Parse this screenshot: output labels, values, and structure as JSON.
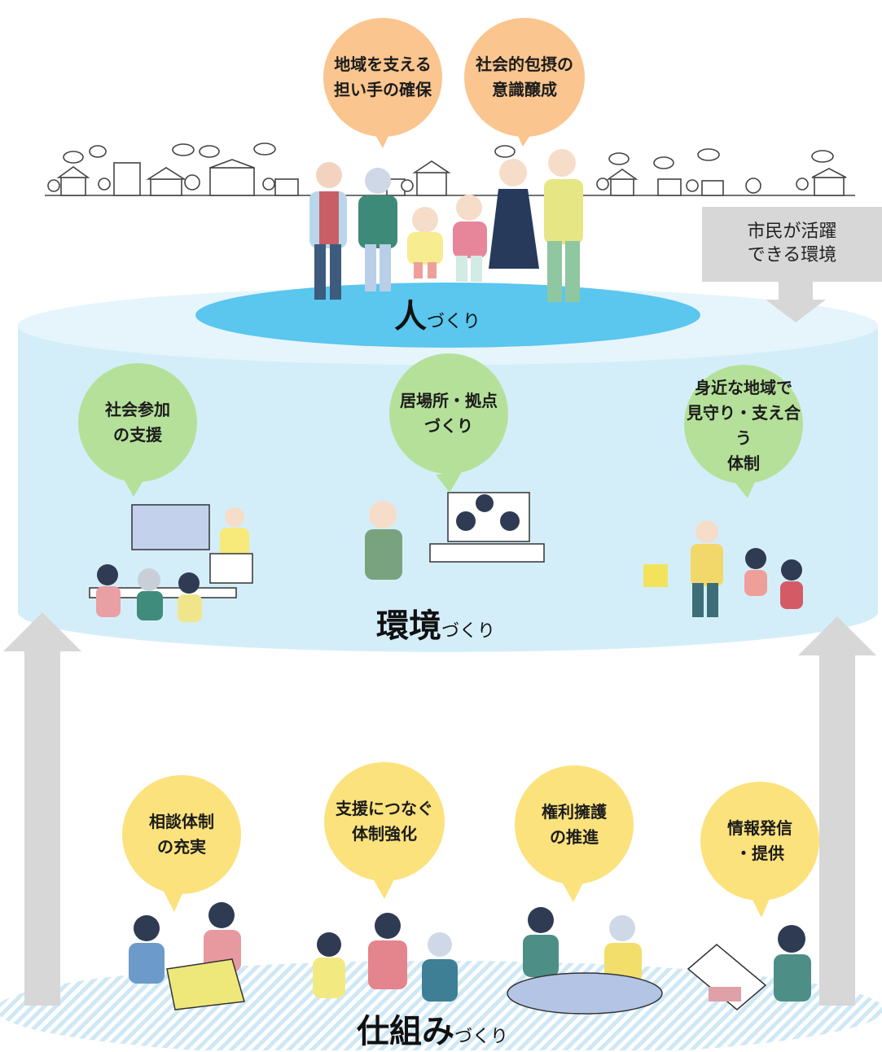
{
  "people": {
    "bubble_1": "地域を支える\n担い手の確保",
    "bubble_2": "社会的包摂の\n意識醸成",
    "label_main": "人",
    "label_suffix": "づくり"
  },
  "callout": "市民が活躍\nできる環境",
  "environment": {
    "bubble_1": "社会参加\nの支援",
    "bubble_2": "居場所・拠点\nづくり",
    "bubble_3": "身近な地域で\n見守り・支え合う\n体制",
    "label_main": "環境",
    "label_suffix": "づくり"
  },
  "system": {
    "bubble_1": "相談体制\nの充実",
    "bubble_2": "支援につなぐ\n体制強化",
    "bubble_3": "権利擁護\nの推進",
    "bubble_4": "情報発信\n・提供",
    "label_main": "仕組み",
    "label_suffix": "づくり"
  },
  "colors": {
    "people_bubbles": "#fac58e",
    "environment_bubbles": "#b5e09a",
    "system_bubbles": "#fbe27c",
    "cylinder": "#d4eef9",
    "cylinder_top": "#e6f5fc",
    "people_disc": "#5bc6ee",
    "arrows": "#d7d7d7",
    "callout": "#d7d7d7"
  }
}
